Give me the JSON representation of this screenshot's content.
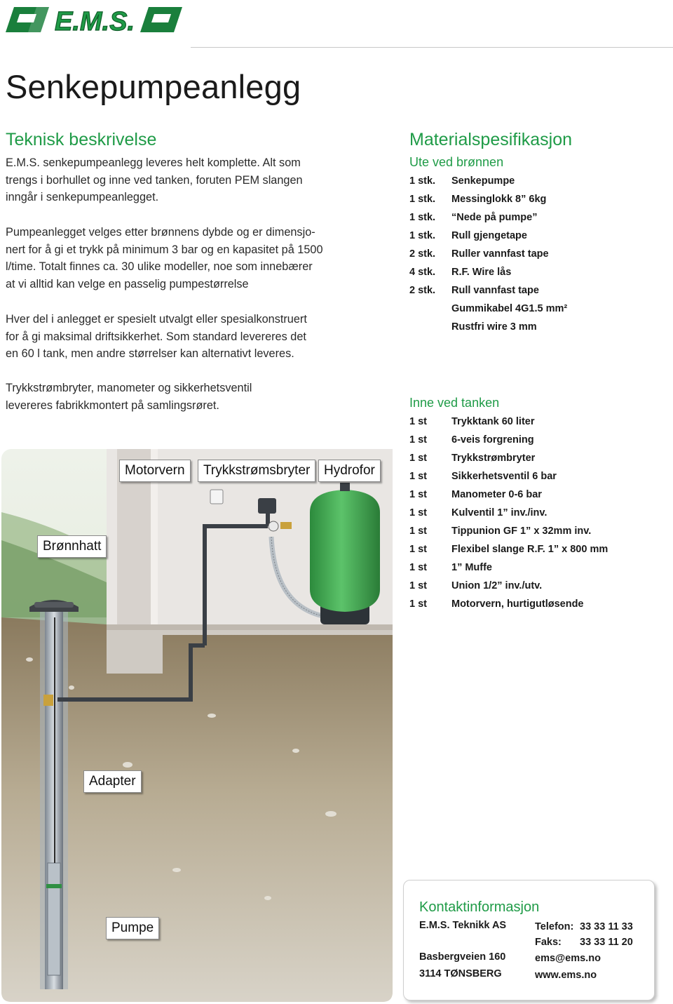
{
  "header": {
    "logo_text": "E.M.S."
  },
  "page_title": "Senkepumpeanlegg",
  "teknisk": {
    "heading": "Teknisk beskrivelse",
    "p1_lines": [
      "E.M.S. senkepumpeanlegg leveres helt komplette. Alt som",
      "trengs i borhullet og inne ved tanken, foruten PEM slangen",
      "inngår i senkepumpeanlegget."
    ],
    "p2_lines": [
      "Pumpeanlegget velges etter brønnens dybde og er dimensjo-",
      "nert for å gi et trykk på minimum 3 bar og en kapasitet på 1500",
      "l/time. Totalt finnes ca. 30 ulike modeller, noe som innebærer",
      "at vi alltid kan velge en passelig pumpestørrelse"
    ],
    "p3_lines": [
      "Hver del i anlegget er spesielt utvalgt eller spesialkonstruert",
      "for å gi maksimal driftsikkerhet. Som standard levereres det",
      "en 60 l tank, men andre størrelser kan alternativt leveres."
    ],
    "p4_lines": [
      "Trykkstrømbryter, manometer og sikkerhetsventil",
      "levereres fabrikkmontert på samlingsrøret."
    ]
  },
  "materials": {
    "heading": "Materialspesifikasjon",
    "ute": {
      "heading": "Ute ved brønnen",
      "rows": [
        {
          "qty": "1 stk.",
          "item": "Senkepumpe"
        },
        {
          "qty": "1 stk.",
          "item": "Messinglokk 8” 6kg"
        },
        {
          "qty": "1 stk.",
          "item": "“Nede på pumpe”"
        },
        {
          "qty": "1 stk.",
          "item": "Rull gjengetape"
        },
        {
          "qty": "2 stk.",
          "item": "Ruller vannfast tape"
        },
        {
          "qty": "4 stk.",
          "item": "R.F. Wire lås"
        },
        {
          "qty": "2 stk.",
          "item": "Rull vannfast tape"
        },
        {
          "qty": "",
          "item": "Gummikabel 4G1.5 mm²"
        },
        {
          "qty": "",
          "item": "Rustfri wire 3 mm"
        }
      ]
    },
    "inne": {
      "heading": "Inne ved tanken",
      "rows": [
        {
          "qty": "1 st",
          "item": "Trykktank 60 liter"
        },
        {
          "qty": "1 st",
          "item": "6-veis forgrening"
        },
        {
          "qty": "1 st",
          "item": "Trykkstrømbryter"
        },
        {
          "qty": "1 st",
          "item": "Sikkerhetsventil 6 bar"
        },
        {
          "qty": "1 st",
          "item": "Manometer 0-6 bar"
        },
        {
          "qty": "1 st",
          "item": "Kulventil 1” inv./inv."
        },
        {
          "qty": "1 st",
          "item": "Tippunion GF 1” x 32mm inv."
        },
        {
          "qty": "1 st",
          "item": "Flexibel slange R.F. 1” x 800 mm"
        },
        {
          "qty": "1 st",
          "item": "1” Muffe"
        },
        {
          "qty": "1 st",
          "item": "Union 1/2” inv./utv."
        },
        {
          "qty": "1 st",
          "item": "Motorvern, hurtigutløsende"
        }
      ]
    }
  },
  "illustration": {
    "labels": {
      "motorvern": "Motorvern",
      "trykkstromsbryter": "Trykkstrømsbryter",
      "hydrofor": "Hydrofor",
      "bronnhatt": "Brønnhatt",
      "adapter": "Adapter",
      "pumpe": "Pumpe"
    }
  },
  "contact": {
    "heading": "Kontaktinformasjon",
    "company": "E.M.S. Teknikk AS",
    "street": "Basbergveien 160",
    "city": "3114 TØNSBERG",
    "phone_label": "Telefon:",
    "phone": "33 33 11 33",
    "fax_label": "Faks:",
    "fax": "33 33 11 20",
    "email": "ems@ems.no",
    "web": "www.ems.no"
  },
  "colors": {
    "brand_green": "#1f9b47",
    "tank_green": "#3fae4f"
  }
}
